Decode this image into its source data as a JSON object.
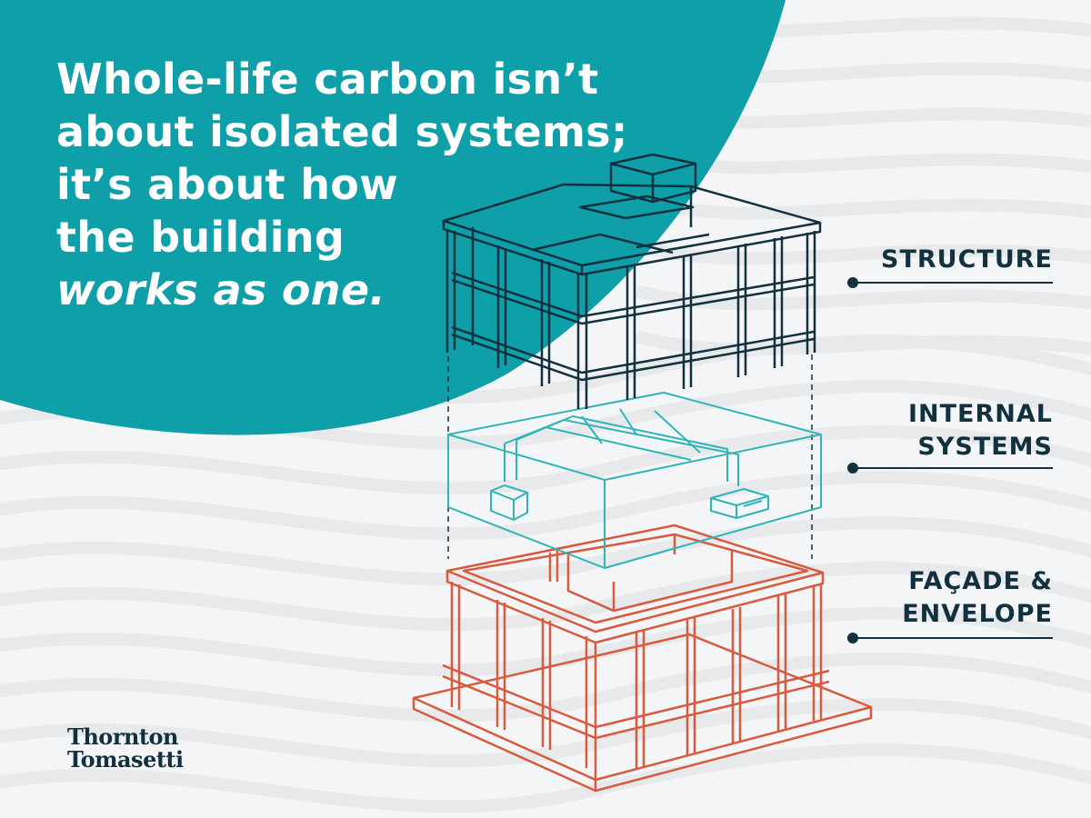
{
  "headline": {
    "line1": "Whole-life carbon isn’t",
    "line2": "about isolated systems;",
    "line3": "it’s about how",
    "line4": "the building",
    "line5": "works as one."
  },
  "labels": {
    "structure": "STRUCTURE",
    "internal_line1": "INTERNAL",
    "internal_line2": "SYSTEMS",
    "facade_line1": "FAÇADE &",
    "facade_line2": "ENVELOPE"
  },
  "logo": {
    "line1": "Thornton",
    "line2": "Tomasetti"
  },
  "colors": {
    "background": "#f4f5f6",
    "teal": "#0f9fa9",
    "navy": "#12313f",
    "internal_systems": "#2fb5b8",
    "facade": "#d85a3f",
    "white": "#ffffff"
  }
}
